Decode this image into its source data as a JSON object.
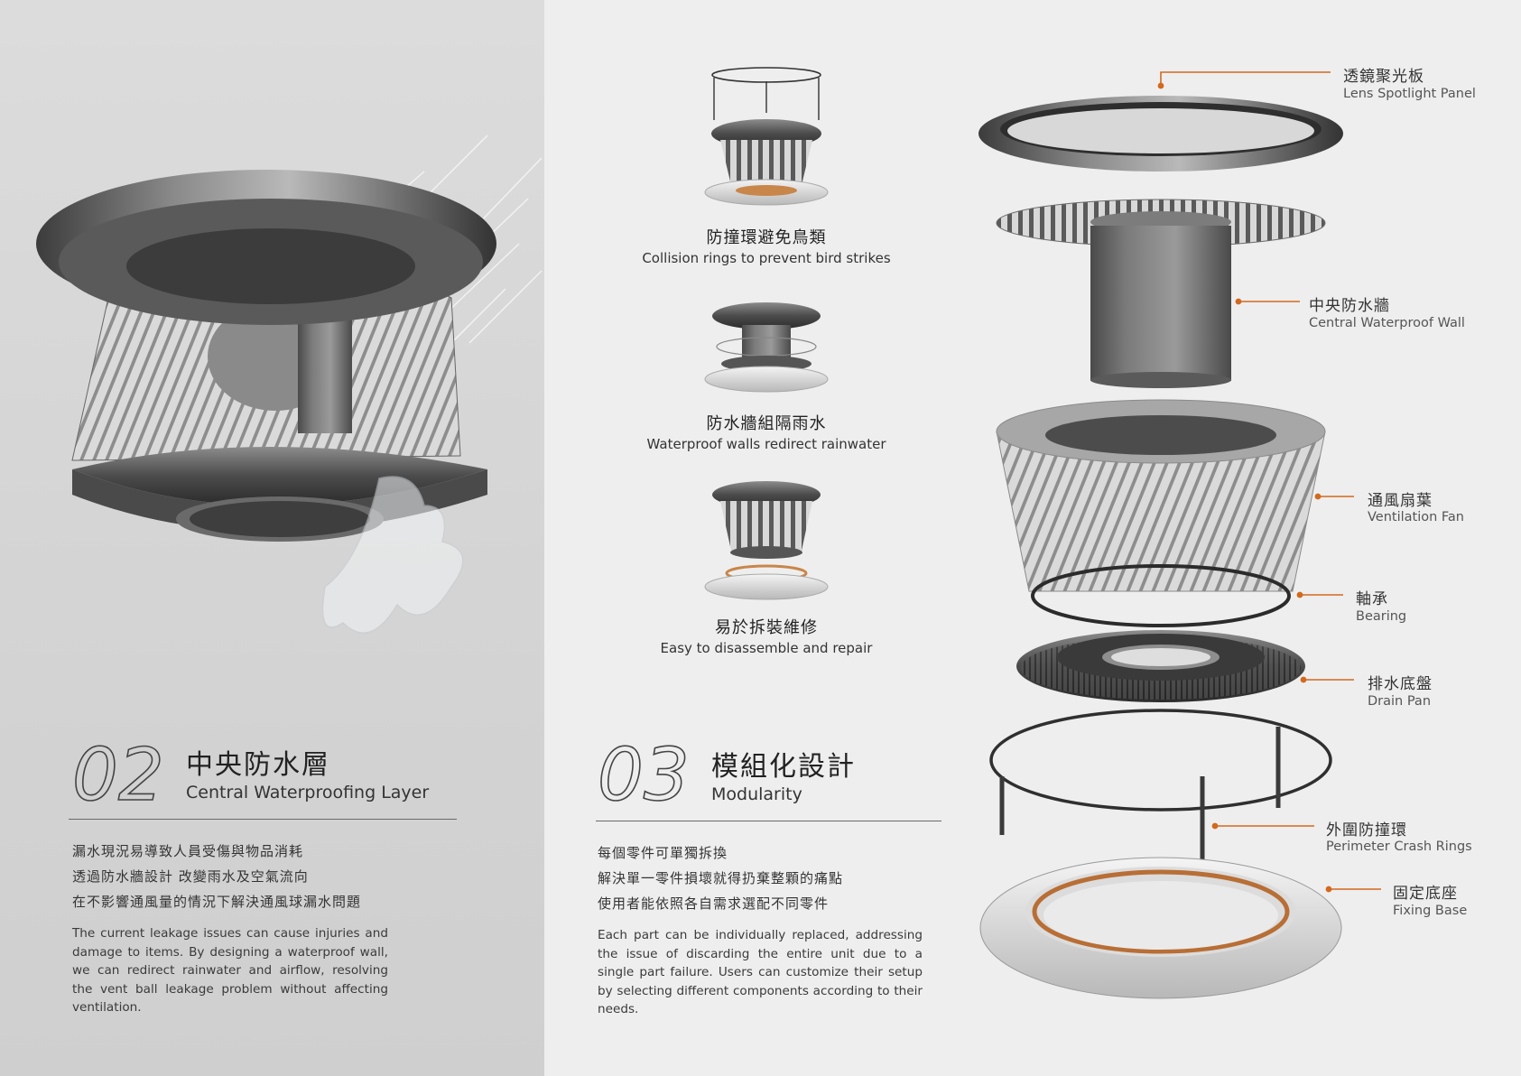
{
  "colors": {
    "accent": "#d2691e",
    "left_bg": "#d8d8d8",
    "right_bg": "#eeeeee",
    "metal": "#6e6e6e"
  },
  "section02": {
    "number": "02",
    "title_zh": "中央防水層",
    "title_en": "Central Waterproofing Layer",
    "zh_lines": [
      "漏水現況易導致人員受傷與物品消耗",
      "透過防水牆設計 改變雨水及空氣流向",
      "在不影響通風量的情況下解決通風球漏水問題"
    ],
    "paragraph": "The current leakage issues can cause injuries and damage to items. By designing a waterproof wall, we can redirect rainwater and airflow, resolving the vent ball leakage problem without affecting ventilation."
  },
  "section03": {
    "number": "03",
    "title_zh": "模組化設計",
    "title_en": "Modularity",
    "zh_lines": [
      "每個零件可單獨拆換",
      "解決單一零件損壞就得扔棄整顆的痛點",
      "使用者能依照各自需求選配不同零件"
    ],
    "paragraph": "Each part can be individually replaced, addressing the issue of discarding the entire unit due to a single part failure. Users can customize their setup by selecting different components according to their needs."
  },
  "features": [
    {
      "zh": "防撞環避免鳥類",
      "en": "Collision rings to prevent bird strikes"
    },
    {
      "zh": "防水牆組隔雨水",
      "en": "Waterproof walls redirect rainwater"
    },
    {
      "zh": "易於拆裝維修",
      "en": "Easy to disassemble and repair"
    }
  ],
  "parts": [
    {
      "zh": "透鏡聚光板",
      "en": "Lens Spotlight Panel"
    },
    {
      "zh": "中央防水牆",
      "en": "Central Waterproof Wall"
    },
    {
      "zh": "通風扇葉",
      "en": "Ventilation Fan"
    },
    {
      "zh": "軸承",
      "en": "Bearing"
    },
    {
      "zh": "排水底盤",
      "en": "Drain Pan"
    },
    {
      "zh": "外圍防撞環",
      "en": "Perimeter Crash Rings"
    },
    {
      "zh": "固定底座",
      "en": "Fixing Base"
    }
  ]
}
